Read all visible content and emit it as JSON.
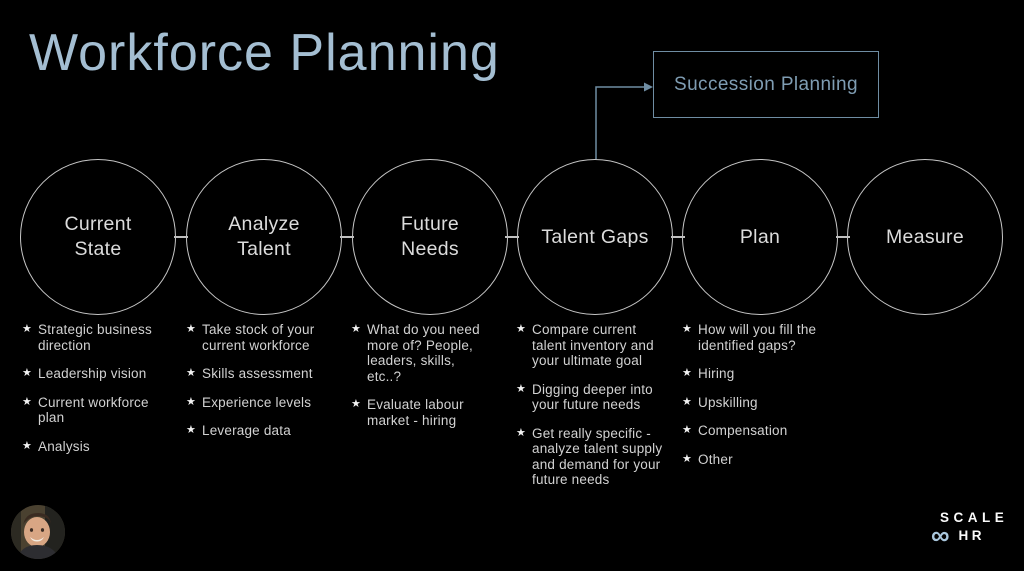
{
  "title": "Workforce Planning",
  "succession_box": {
    "label": "Succession Planning"
  },
  "icons": {
    "bullet_star": "★",
    "infinity": "∞"
  },
  "stages": [
    {
      "label": "Current State",
      "bullets": [
        "Strategic business direction",
        "Leadership vision",
        "Current workforce plan",
        "Analysis"
      ]
    },
    {
      "label": "Analyze Talent",
      "bullets": [
        "Take stock of your current workforce",
        "Skills assessment",
        "Experience levels",
        "Leverage data"
      ]
    },
    {
      "label": "Future Needs",
      "bullets": [
        "What do you need more of? People, leaders, skills, etc..?",
        "Evaluate labour market - hiring"
      ]
    },
    {
      "label": "Talent Gaps",
      "bullets": [
        "Compare current talent inventory and your ultimate goal",
        "Digging deeper into your future needs",
        "Get really specific - analyze talent supply and demand for your future needs"
      ]
    },
    {
      "label": "Plan",
      "bullets": [
        "How will you fill the identified gaps?",
        "Hiring",
        "Upskilling",
        "Compensation",
        "Other"
      ]
    },
    {
      "label": "Measure",
      "bullets": []
    }
  ],
  "logo": {
    "top": "SCALE",
    "bottom": "HR"
  },
  "colors": {
    "background": "#000000",
    "title": "#a4bed2",
    "accent_blue": "#6f8da3",
    "circle_stroke": "#c6c6c6",
    "bullet_text": "#d2d2d2",
    "logo_blue": "#a9c6dc"
  }
}
